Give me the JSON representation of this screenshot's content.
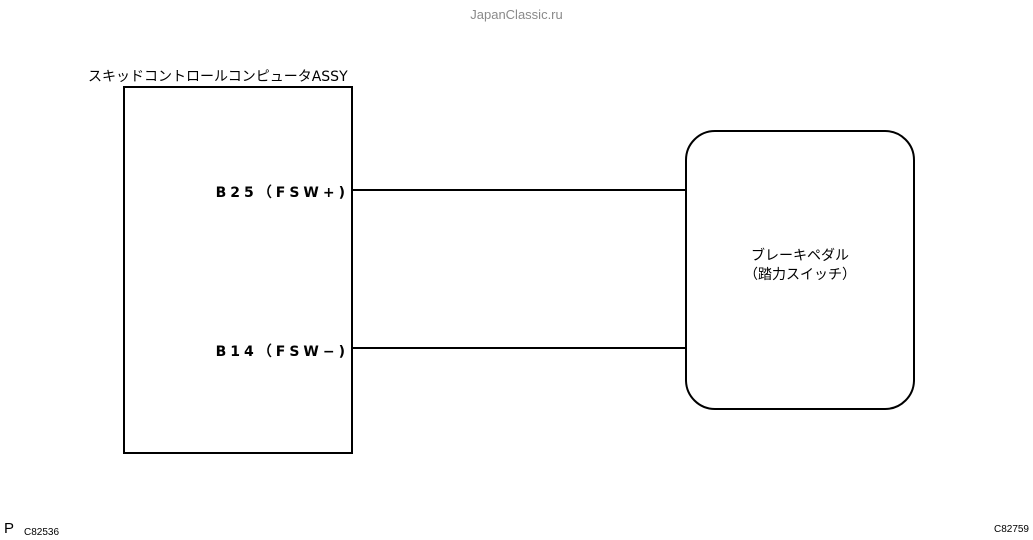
{
  "watermark": "JapanClassic.ru",
  "ecu": {
    "title": "スキッドコントロールコンピュータASSY",
    "pins": [
      {
        "label": "B25（FSW+)"
      },
      {
        "label": "B14（FSW−)"
      }
    ]
  },
  "switch": {
    "line1": "ブレーキペダル",
    "line2": "（踏力スイッチ）"
  },
  "footer": {
    "left_letter": "P",
    "left_code": "C82536",
    "right_code": "C82759"
  },
  "colors": {
    "line": "#000000",
    "watermark": "#8a8a8a",
    "background": "#ffffff"
  }
}
